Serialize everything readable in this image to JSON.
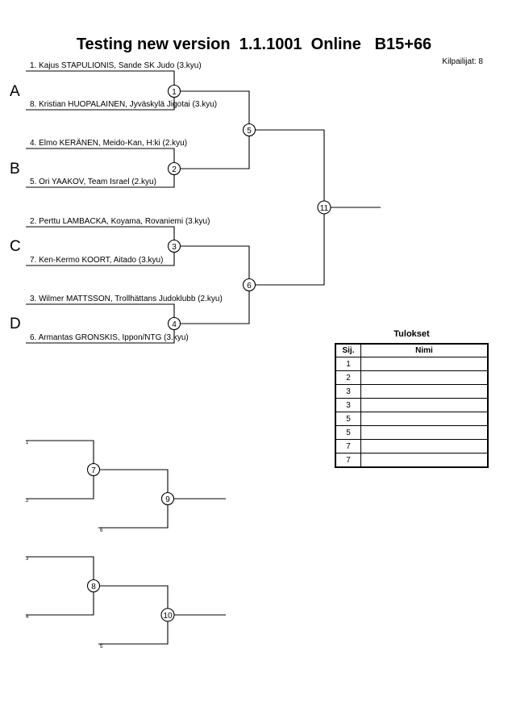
{
  "header": {
    "title": "Testing new version  1.1.1001  Online   B15+66",
    "competitors_label": "Kilpailijat: 8"
  },
  "pools": [
    "A",
    "B",
    "C",
    "D"
  ],
  "competitors": [
    "1. Kajus STAPULIONIS, Sande SK Judo (3.kyu)",
    "8. Kristian HUOPALAINEN, Jyväskylä Jigotai (3.kyu)",
    "4. Elmo KERÄNEN, Meido-Kan, H:ki (2.kyu)",
    "5. Ori YAAKOV, Team Israel (2.kyu)",
    "2. Perttu LAMBACKA, Koyama, Rovaniemi (3.kyu)",
    "7. Ken-Kermo KOORT, Aitado (3.kyu)",
    "3. Wilmer MATTSSON, Trollhättans Judoklubb (2.kyu)",
    "6. Armantas GRONSKIS, Ippon/NTG (3.kyu)"
  ],
  "main_matches": [
    "1",
    "2",
    "3",
    "4",
    "5",
    "6",
    "11"
  ],
  "repechage": {
    "matches": [
      "7",
      "9",
      "8",
      "10"
    ],
    "slot_labels": [
      "1",
      "2",
      "6",
      "3",
      "4",
      "5"
    ]
  },
  "results": {
    "title": "Tulokset",
    "col_place": "Sij.",
    "col_name": "Nimi",
    "places": [
      "1",
      "2",
      "3",
      "3",
      "5",
      "5",
      "7",
      "7"
    ]
  }
}
